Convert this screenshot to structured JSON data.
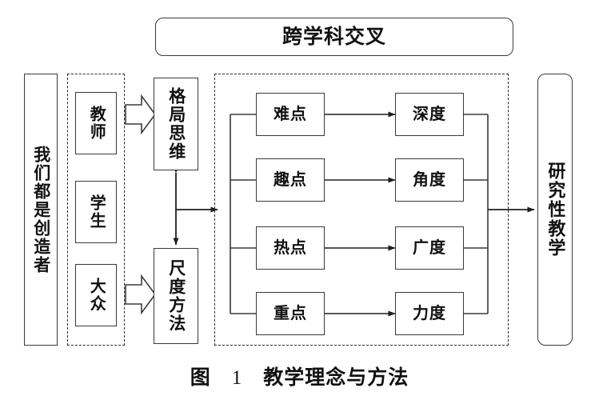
{
  "figure": {
    "caption_prefix": "图",
    "caption_number": "1",
    "caption_title": "教学理念与方法"
  },
  "colors": {
    "stroke": "#3a3a3a",
    "dashed_stroke": "#2b2b2b",
    "text": "#111111",
    "background": "#ffffff"
  },
  "top_banner": {
    "label": "跨学科交叉"
  },
  "left_pillar": {
    "label": "我们都是创造者"
  },
  "actors_group": {
    "items": [
      {
        "label": "教师"
      },
      {
        "label": "学生"
      },
      {
        "label": "大众"
      }
    ]
  },
  "approach_boxes": [
    {
      "label": "格局思维"
    },
    {
      "label": "尺度方法"
    }
  ],
  "content_group": {
    "rows": [
      {
        "source": "难点",
        "target": "深度"
      },
      {
        "source": "趣点",
        "target": "角度"
      },
      {
        "source": "热点",
        "target": "广度"
      },
      {
        "source": "重点",
        "target": "力度"
      }
    ]
  },
  "right_pillar": {
    "label": "研究性教学"
  },
  "connectors": {
    "actor_to_approach_top": "block-arrow-right",
    "actor_to_approach_bottom": "block-arrow-right",
    "approach_link": "double-headed-vertical-arrow",
    "approach_to_content": "arrow-right",
    "content_to_outcome": "arrow-right",
    "row_link": "arrow-right"
  }
}
